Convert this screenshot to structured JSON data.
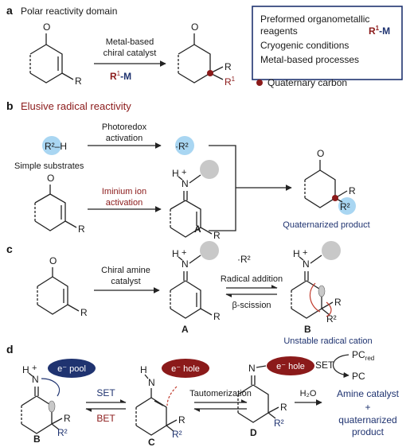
{
  "colors": {
    "navy": "#1f3370",
    "dark_red": "#8b1a1a",
    "light_blue": "#a9d6f2",
    "grey_sphere": "#c8c8c8"
  },
  "panels": {
    "a": {
      "letter": "a",
      "title": "Polar reactivity domain",
      "catalyst_line1": "Metal-based",
      "catalyst_line2": "chiral catalyst",
      "reagent_r": "R",
      "reagent_sup": "1",
      "reagent_m": "-M",
      "box_lines": [
        "Preformed organometallic",
        "reagents",
        "Cryogenic conditions",
        "Metal-based processes"
      ],
      "box_reagent": "R¹-M",
      "quaternary_label": "Quaternary carbon"
    },
    "b": {
      "letter": "b",
      "title": "Elusive radical reactivity",
      "photoredox_line1": "Photoredox",
      "photoredox_line2": "activation",
      "iminium_line1": "Iminium ion",
      "iminium_line2": "activation",
      "simple_substrates": "Simple substrates",
      "r2h": "R²",
      "r2_radical": "·R²",
      "product_label": "Quaternarized product",
      "intermediate": "A"
    },
    "c": {
      "letter": "c",
      "catalyst_line1": "Chiral amine",
      "catalyst_line2": "catalyst",
      "radical": "·R²",
      "radical_addition": "Radical addition",
      "beta_scission": "β-scission",
      "unstable_label": "Unstable radical cation",
      "label_a": "A",
      "label_b": "B"
    },
    "d": {
      "letter": "d",
      "e_pool": "e⁻ pool",
      "e_hole_1": "e⁻ hole",
      "e_hole_2": "e⁻ hole",
      "set": "SET",
      "bet": "BET",
      "tautomerization": "Tautomerization",
      "set_cycle": "SET",
      "pc_red": "PC",
      "pc_red_sub": "red",
      "pc": "PC",
      "h2o": "H₂O",
      "amine_catalyst": "Amine catalyst",
      "plus": "+",
      "quaternarized": "quaternarized",
      "product": "product",
      "label_b": "B",
      "label_c": "C",
      "label_d": "D"
    }
  }
}
